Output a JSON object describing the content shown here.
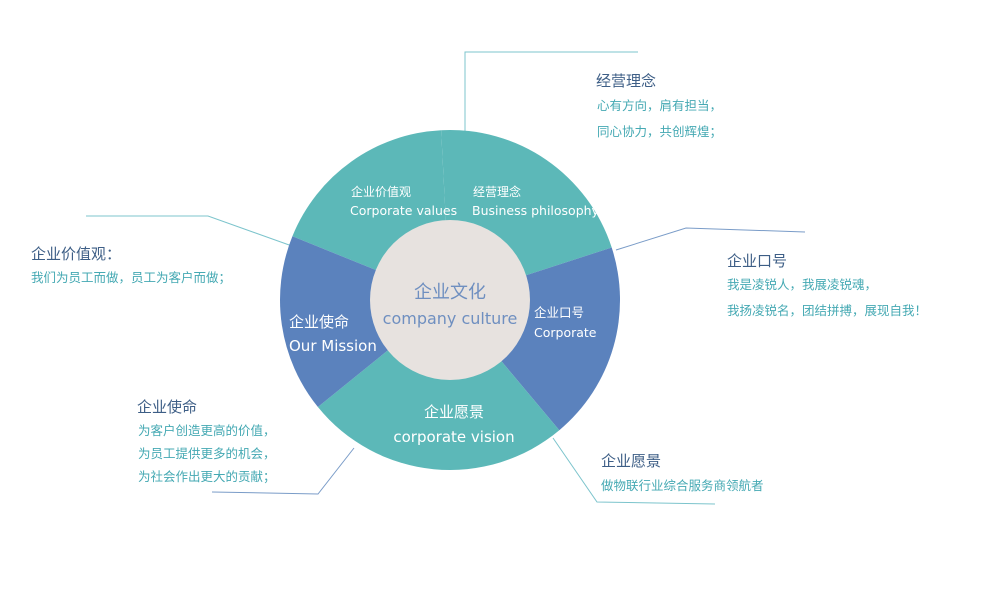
{
  "center": {
    "zh": "企业文化",
    "en": "company culture"
  },
  "segments": [
    {
      "id": "values",
      "zh": "企业价值观",
      "en": "Corporate values",
      "color": "#5cb8b8"
    },
    {
      "id": "philosophy",
      "zh": "经营理念",
      "en": "Business philosophy",
      "color": "#5cb8b8"
    },
    {
      "id": "slogan",
      "zh": "企业口号",
      "en": "Corporate",
      "color": "#5b82bd"
    },
    {
      "id": "vision",
      "zh": "企业愿景",
      "en": "corporate vision",
      "color": "#5cb8b8"
    },
    {
      "id": "mission",
      "zh": "企业使命",
      "en": "Our Mission",
      "color": "#5b82bd"
    }
  ],
  "callouts": {
    "philosophy": {
      "title": "经营理念",
      "lines": [
        "心有方向，肩有担当，",
        "同心协力，共创辉煌；"
      ]
    },
    "slogan": {
      "title": "企业口号",
      "lines": [
        "我是凌锐人，我展凌锐魂，",
        "我扬凌锐名，团结拼搏，展现自我！"
      ]
    },
    "vision": {
      "title": "企业愿景",
      "lines": [
        "做物联行业综合服务商领航者"
      ]
    },
    "mission": {
      "title": "企业使命",
      "lines": [
        "为客户创造更高的价值，",
        "为员工提供更多的机会，",
        "为社会作出更大的贡献；"
      ]
    },
    "values": {
      "title": "企业价值观：",
      "lines": [
        "我们为员工而做，员工为客户而做；"
      ]
    }
  },
  "colors": {
    "teal": "#5cb8b8",
    "blue": "#5b82bd",
    "center": "#e7e2df",
    "centerText": "#6f8fc0"
  }
}
